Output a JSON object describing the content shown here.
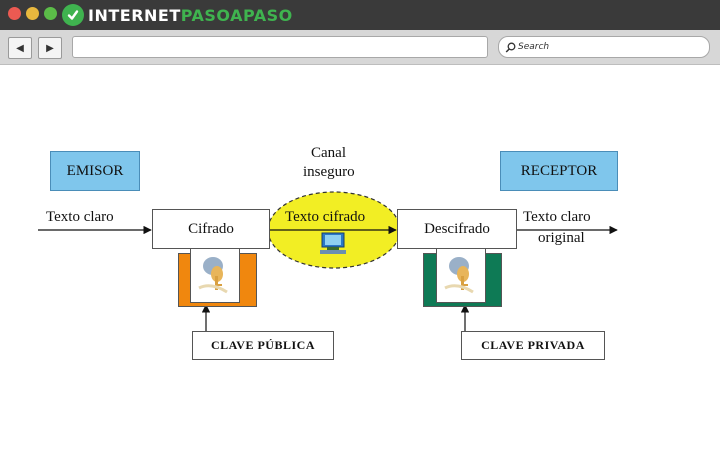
{
  "browser": {
    "brand_main": "INTERNET",
    "brand_accent": "PASOAPASO",
    "search_placeholder": "Search",
    "colors": {
      "close": "#ec5a52",
      "minimize": "#e8b83e",
      "maximize": "#5bbd48",
      "brand_green": "#3fb34f"
    }
  },
  "diagram": {
    "emisor": "EMISOR",
    "receptor": "RECEPTOR",
    "canal_line1": "Canal",
    "canal_line2": "inseguro",
    "texto_claro_in": "Texto claro",
    "cifrado": "Cifrado",
    "texto_cifrado": "Texto cifrado",
    "descifrado": "Descifrado",
    "texto_claro_out_line1": "Texto claro",
    "texto_claro_out_line2": "original",
    "clave_publica": "CLAVE PÚBLICA",
    "clave_privada": "CLAVE PRIVADA",
    "colors": {
      "box_blue": "#7fc6ec",
      "channel_yellow": "#f2ee24",
      "public_key": "#f0870e",
      "private_key": "#0e7a55"
    }
  }
}
